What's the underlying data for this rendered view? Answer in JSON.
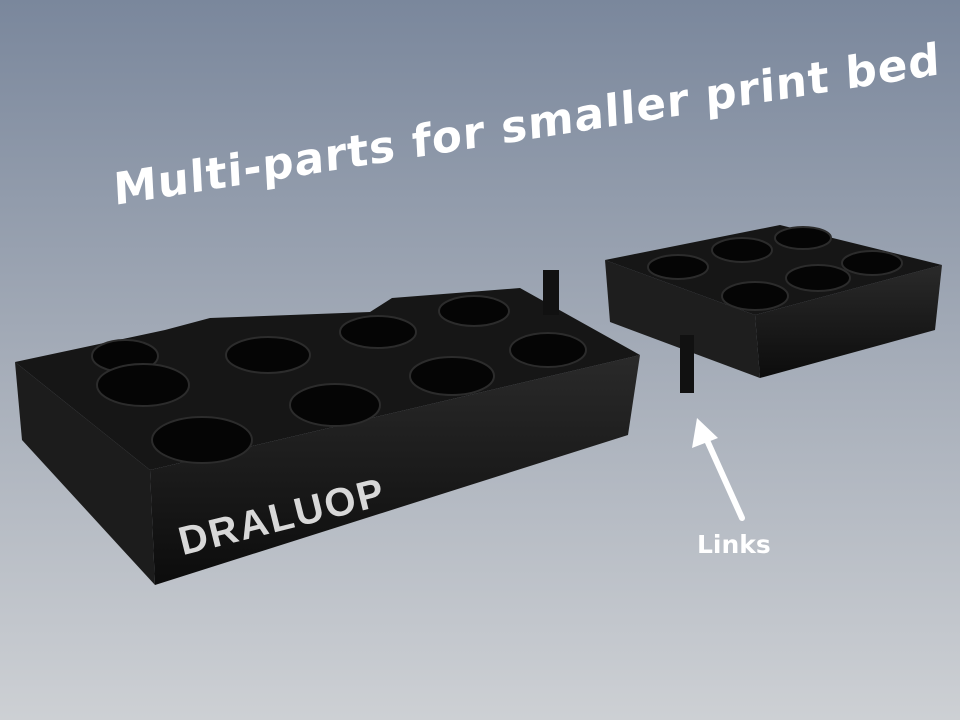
{
  "title": "Multi-parts for smaller print bed",
  "brand_label": "DRALUOP",
  "callout_label": "Links",
  "colors": {
    "bg_top": "#7d8aa0",
    "bg_bottom": "#c9ccd1",
    "part": "#141414",
    "text": "#ffffff"
  }
}
